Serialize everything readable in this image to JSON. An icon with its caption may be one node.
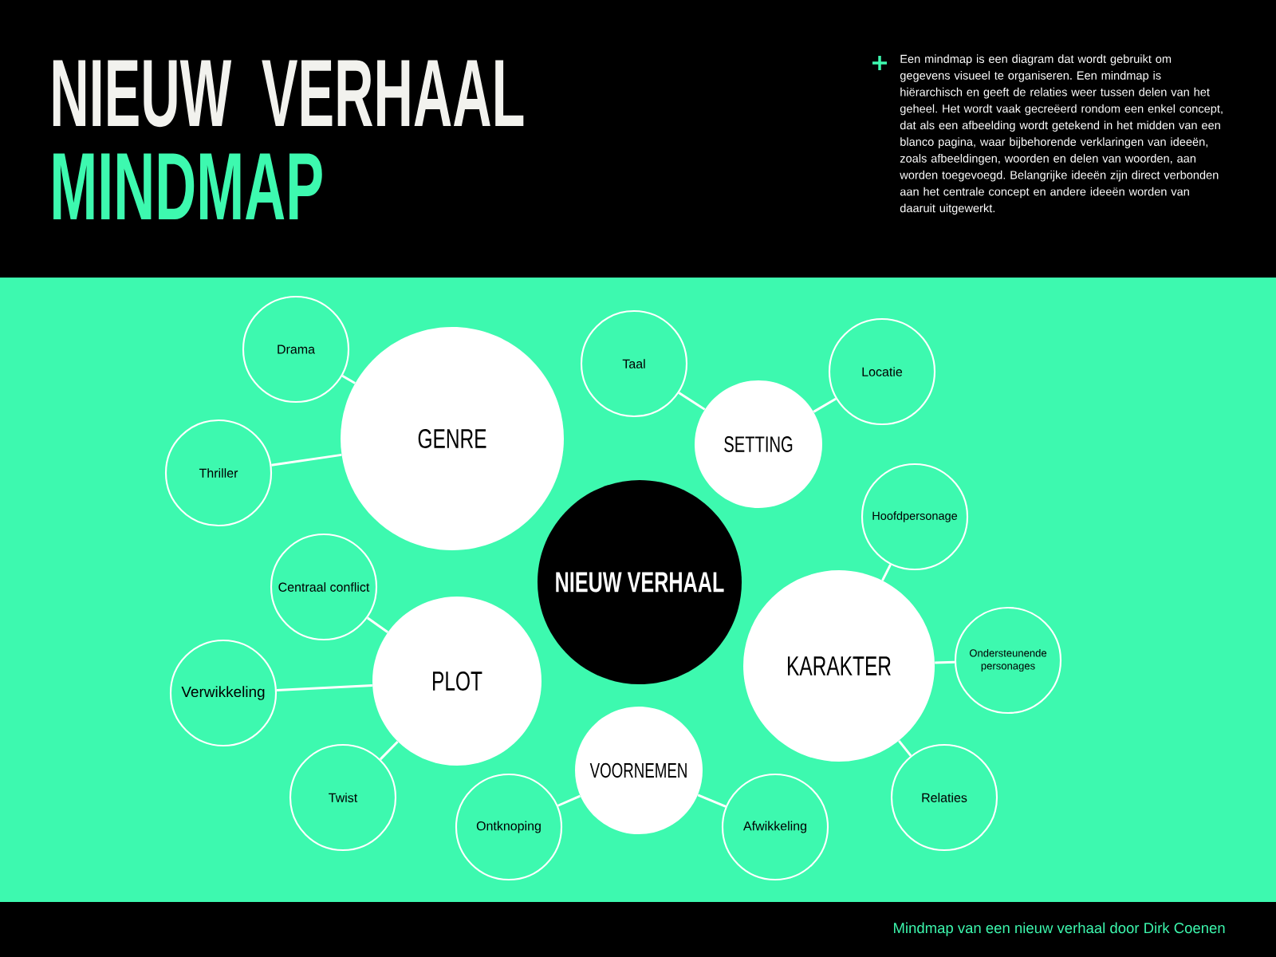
{
  "diagram": {
    "title": "NIEUW VERHAAL",
    "nodes": [
      {
        "text": [
          "NIEUW VERHAAL"
        ]
      },
      {
        "text": [
          "GENRE"
        ]
      },
      {
        "text": [
          "Drama"
        ]
      },
      {
        "text": [
          "Thriller"
        ]
      },
      {
        "text": [
          "SETTING"
        ]
      },
      {
        "text": [
          "Taal"
        ]
      },
      {
        "text": [
          "Locatie"
        ]
      },
      {
        "text": [
          "KARAKTER"
        ]
      },
      {
        "text": [
          "Hoofdpersonage"
        ]
      },
      {
        "text": [
          "Ondersteunende personages"
        ]
      },
      {
        "text": [
          "Relaties"
        ]
      },
      {
        "text": [
          "PLOT"
        ]
      },
      {
        "text": [
          "Centraal conflict"
        ]
      },
      {
        "text": [
          "Verwikkeling"
        ]
      },
      {
        "text": [
          "Twist"
        ]
      },
      {
        "text": [
          "VOORNEMEN"
        ]
      },
      {
        "text": [
          "Ontknoping"
        ]
      },
      {
        "text": [
          "Afwikkeling"
        ]
      }
    ],
    "edges": [
      {
        "from": 1,
        "to": 2,
        "arrow": "none"
      },
      {
        "from": 1,
        "to": 3,
        "arrow": "none"
      },
      {
        "from": 4,
        "to": 5,
        "arrow": "none"
      },
      {
        "from": 4,
        "to": 6,
        "arrow": "none"
      },
      {
        "from": 7,
        "to": 8,
        "arrow": "none"
      },
      {
        "from": 7,
        "to": 9,
        "arrow": "none"
      },
      {
        "from": 7,
        "to": 10,
        "arrow": "none"
      },
      {
        "from": 11,
        "to": 12,
        "arrow": "none"
      },
      {
        "from": 11,
        "to": 13,
        "arrow": "none"
      },
      {
        "from": 11,
        "to": 14,
        "arrow": "none"
      },
      {
        "from": 15,
        "to": 16,
        "arrow": "none"
      },
      {
        "from": 15,
        "to": 17,
        "arrow": "none"
      }
    ],
    "labels": [
      "MINDMAP",
      "Een mindmap is een diagram dat wordt gebruikt om gegevens visueel te organiseren. Een mindmap is hiërarchisch en geeft de relaties weer tussen delen van het geheel. Het wordt vaak gecreëerd rondom een enkel concept, dat als een afbeelding wordt getekend in het midden van een blanco pagina, waar bijbehorende verklaringen van ideeën, zoals afbeeldingen, woorden en delen van woorden, aan worden toegevoegd. Belangrijke ideeën zijn direct verbonden aan het centrale concept en andere ideeën worden van daaruit uitgewerkt.",
      "Mindmap van een nieuw verhaal door Dirk Coenen"
    ]
  }
}
